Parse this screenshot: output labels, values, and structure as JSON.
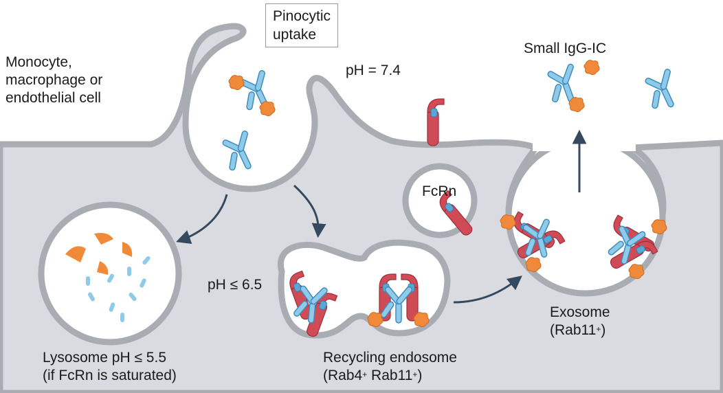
{
  "labels": {
    "pinocytic_line1": "Pinocytic",
    "pinocytic_line2": "uptake",
    "cell_line1": "Monocyte,",
    "cell_line2": "macrophage or",
    "cell_line3": "endothelial cell",
    "ph_extracellular": "pH = 7.4",
    "small_igg_ic": "Small IgG-IC",
    "fcrn": "FcRn",
    "ph_endosome": "pH ≤ 6.5",
    "lysosome_line1": "Lysosome pH ≤ 5.5",
    "lysosome_line2": "(if FcRn is saturated)",
    "recycling_line1": "Recycling endosome",
    "recycling_line2_a": "(Rab4",
    "recycling_line2_b": " Rab11",
    "recycling_line2_c": ")",
    "exosome_line1": "Exosome",
    "exosome_line2_a": "(Rab11",
    "exosome_line2_b": ")",
    "plus": "+"
  },
  "colors": {
    "cytoplasm": "#d9dbe0",
    "membrane": "#a9acb3",
    "igg_light": "#8fcbe8",
    "igg_dark": "#3d8cc0",
    "fcrn_red": "#cf4b55",
    "fcrn_dark": "#9e2e3a",
    "antigen": "#f0893a",
    "arrow": "#34495e"
  }
}
